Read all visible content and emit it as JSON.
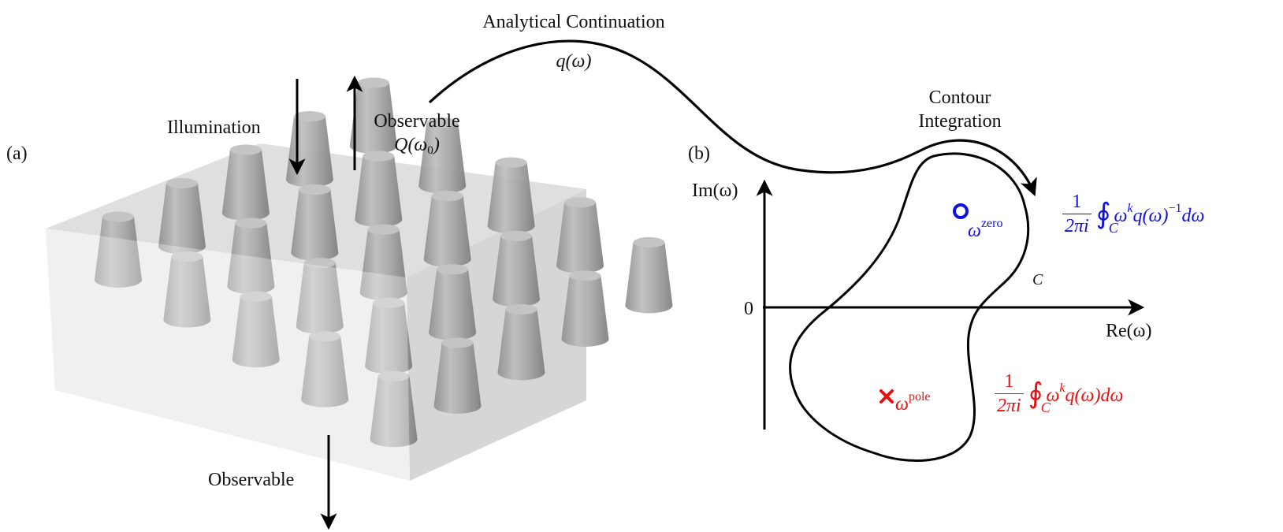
{
  "panel_a": {
    "tag": "(a)",
    "illumination_label": "Illumination",
    "observable_top_label": "Observable",
    "observable_top_quantity": "Q(ω0)",
    "observable_bottom_label": "Observable",
    "slab_color": "#d9d9d9",
    "pillar_color": "#a6a6a6"
  },
  "connectors": {
    "analytic_label": "Analytical Continuation",
    "analytic_quantity": "q(ω)",
    "contour_label_line1": "Contour",
    "contour_label_line2": "Integration"
  },
  "panel_b": {
    "tag": "(b)",
    "y_axis_label": "Im(ω)",
    "x_axis_label": "Re(ω)",
    "origin_label": "0",
    "contour_label": "C",
    "zero_label": "ω",
    "zero_sup": "zero",
    "pole_label": "ω",
    "pole_sup": "pole",
    "zero_formula": {
      "frac_num": "1",
      "frac_den": "2πi",
      "contour_sub": "C",
      "integrand": "ω",
      "power": "k",
      "rest": "q(ω)",
      "inv_power": "−1",
      "measure": "dω"
    },
    "pole_formula": {
      "frac_num": "1",
      "frac_den": "2πi",
      "contour_sub": "C",
      "integrand": "ω",
      "power": "k",
      "rest": "q(ω)dω"
    },
    "zero_color": "#1010e0",
    "pole_color": "#e81010"
  }
}
